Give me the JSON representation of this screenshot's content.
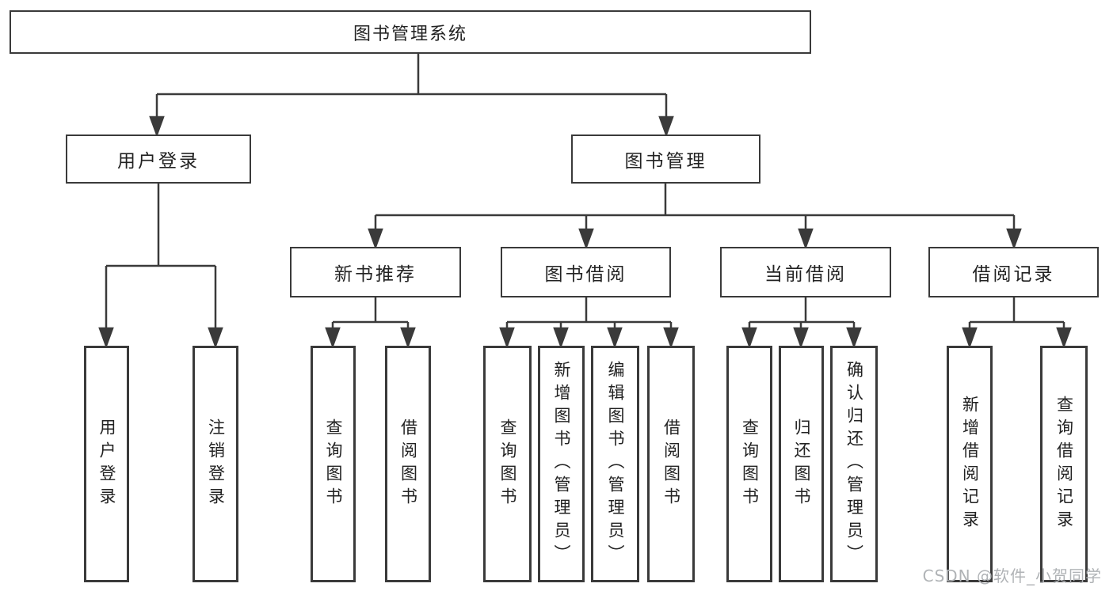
{
  "diagram": {
    "root": {
      "label": "图书管理系统"
    },
    "branches": [
      {
        "label": "用户登录",
        "children": [
          {
            "label": "用户登录"
          },
          {
            "label": "注销登录"
          }
        ]
      },
      {
        "label": "图书管理",
        "children": [
          {
            "label": "新书推荐",
            "children": [
              {
                "label": "查询图书"
              },
              {
                "label": "借阅图书"
              }
            ]
          },
          {
            "label": "图书借阅",
            "children": [
              {
                "label": "查询图书"
              },
              {
                "label": "新增图书（管理员）"
              },
              {
                "label": "编辑图书（管理员）"
              },
              {
                "label": "借阅图书"
              }
            ]
          },
          {
            "label": "当前借阅",
            "children": [
              {
                "label": "查询图书"
              },
              {
                "label": "归还图书"
              },
              {
                "label": "确认归还（管理员）"
              }
            ]
          },
          {
            "label": "借阅记录",
            "children": [
              {
                "label": "新增借阅记录"
              },
              {
                "label": "查询借阅记录"
              }
            ]
          }
        ]
      }
    ]
  },
  "watermark": {
    "text": "CSDN @软件_小贺同学"
  },
  "colors": {
    "line": "#3a3a3a",
    "border": "#3a3a3a",
    "text": "#222222",
    "background": "#ffffff",
    "watermark": "#b0b3b6"
  }
}
